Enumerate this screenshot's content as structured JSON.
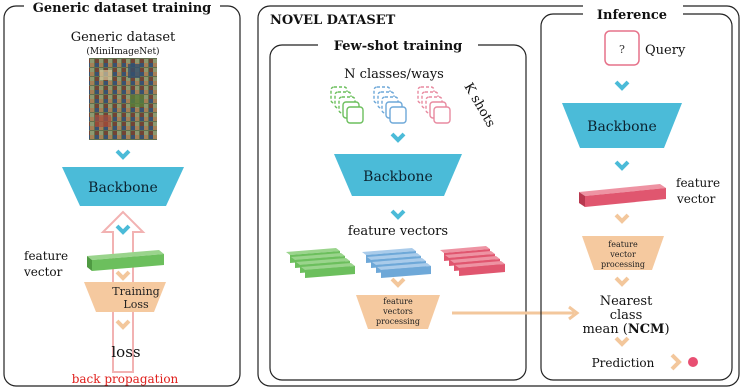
{
  "panels": {
    "generic": {
      "title": "Generic dataset training",
      "dataset_name": "Generic dataset",
      "dataset_sub": "(MiniImageNet)",
      "backbone": "Backbone",
      "feature_vector_line1": "feature",
      "feature_vector_line2": "vector",
      "loss_box_line1": "Training",
      "loss_box_line2": "Loss",
      "loss": "loss",
      "backprop": "back propagation"
    },
    "novel": {
      "title": "NOVEL DATASET",
      "fewshot": {
        "title": "Few-shot training",
        "classes": "N classes/ways",
        "kshots": "K shots",
        "backbone": "Backbone",
        "feature_vectors": "feature vectors",
        "processing_line1": "feature",
        "processing_line2": "vectors",
        "processing_line3": "processing"
      },
      "inference": {
        "title": "Inference",
        "query_mark": "?",
        "query": "Query",
        "backbone": "Backbone",
        "feature_vector_line1": "feature",
        "feature_vector_line2": "vector",
        "processing_line1": "feature",
        "processing_line2": "vector",
        "processing_line3": "processing",
        "ncm_line1": "Nearest",
        "ncm_line2": "class",
        "ncm_line3_a": "mean (",
        "ncm_line3_b": "NCM",
        "ncm_line3_c": ")",
        "prediction": "Prediction"
      }
    }
  },
  "colors": {
    "backbone": "#4bbbd8",
    "chevron": "#4bbbd8",
    "chevron_orange": "#f3c79c",
    "processing": "#f5c99f",
    "green": "#6cbf5d",
    "blue": "#6ea8d8",
    "red": "#e0566f",
    "backprop": "#e0201d",
    "backprop_arrow": "#f2b2b2",
    "query_border": "#e6728a",
    "prediction_dot": "#e84f72"
  }
}
